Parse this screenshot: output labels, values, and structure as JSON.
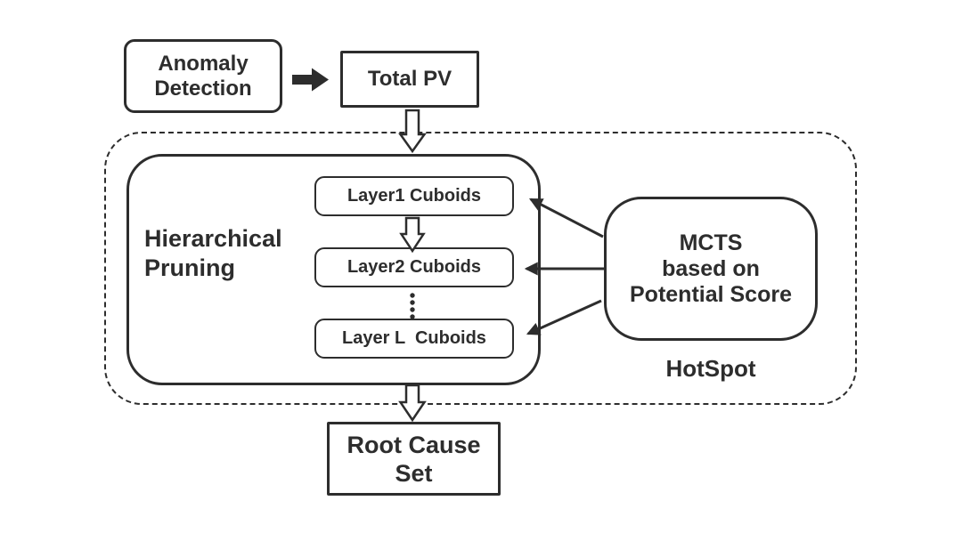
{
  "colors": {
    "ink": "#2d2d2d",
    "background": "#ffffff"
  },
  "boxes": {
    "anomaly_detection": {
      "lines": [
        "Anomaly",
        "Detection"
      ]
    },
    "total_pv": {
      "label": "Total PV"
    },
    "hierarchical_pruning": {
      "lines": [
        "Hierarchical",
        "Pruning"
      ]
    },
    "layer_cuboids": [
      {
        "label": "Layer1 Cuboids"
      },
      {
        "label": "Layer2 Cuboids"
      },
      {
        "label": "Layer L  Cuboids"
      }
    ],
    "mcts": {
      "lines": [
        "MCTS",
        "based on",
        "Potential Score"
      ]
    },
    "hotspot": {
      "label": "HotSpot"
    },
    "root_cause_set": {
      "lines": [
        "Root Cause",
        "Set"
      ]
    }
  }
}
